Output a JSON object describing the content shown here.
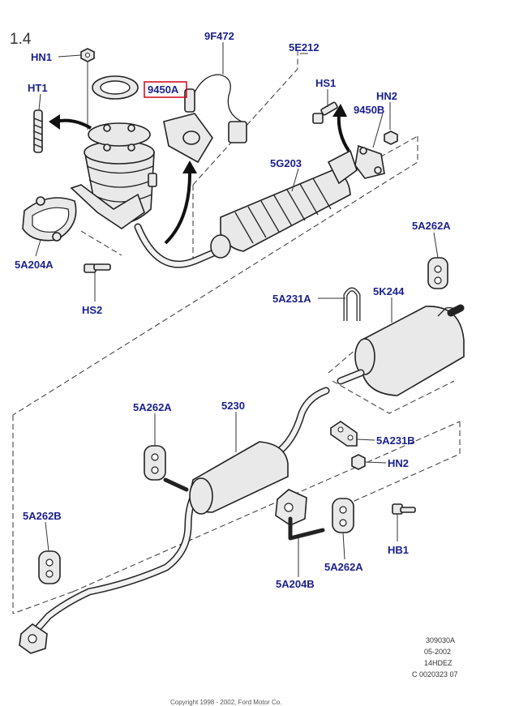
{
  "section_number": "1.4",
  "labels": {
    "hn1": "HN1",
    "ht1": "HT1",
    "9450a": "9450A",
    "9f472": "9F472",
    "5e212": "5E212",
    "hs1": "HS1",
    "hn2_top": "HN2",
    "9450b": "9450B",
    "5g203": "5G203",
    "5a204a": "5A204A",
    "hs2": "HS2",
    "5a262a_top": "5A262A",
    "5a231a": "5A231A",
    "5k244": "5K244",
    "5a262a_mid": "5A262A",
    "5230": "5230",
    "5a231b": "5A231B",
    "hn2_mid": "HN2",
    "5a262b": "5A262B",
    "hb1": "HB1",
    "5a204b": "5A204B",
    "5a262a_low": "5A262A"
  },
  "highlight_color": "#d0021b",
  "label_color": "#1a1f8c",
  "footer": {
    "line1": "309030A",
    "line2": "05-2002",
    "line3": "14HDEZ",
    "line4": "C 0020323 07"
  },
  "copyright": "Copyright 1998 - 2002, Ford Motor Co."
}
